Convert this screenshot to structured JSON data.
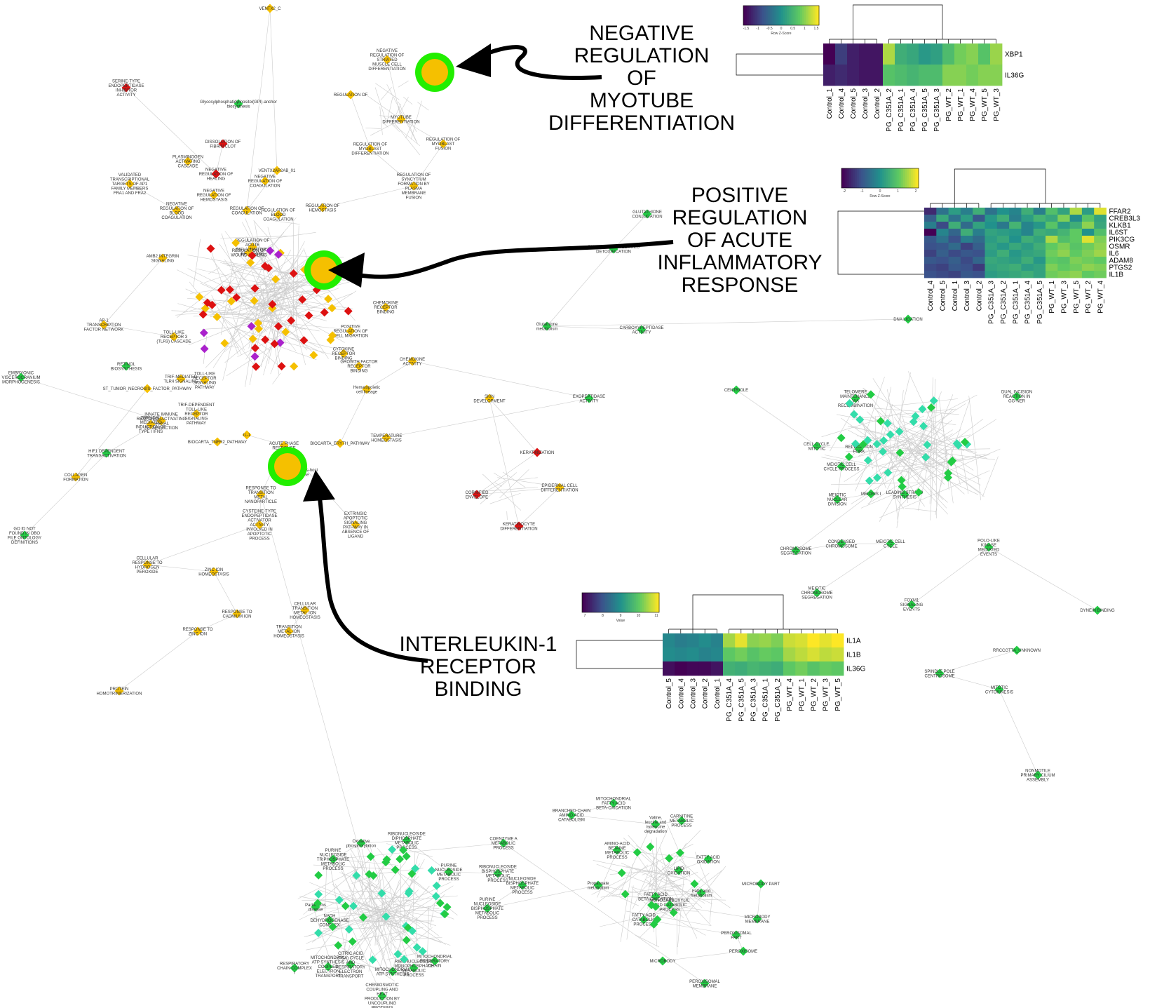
{
  "colors": {
    "orange_node": "#f5c000",
    "red_node": "#dd1111",
    "green_node": "#22cc44",
    "teal_node": "#33ddaa",
    "purple_node": "#aa22cc",
    "highlight_ring": "#22ee00",
    "edge": "#cccccc",
    "arrow": "#000000"
  },
  "callouts": [
    {
      "id": "myotube",
      "lines": [
        "NEGATIVE",
        "REGULATION",
        "OF",
        "MYOTUBE",
        "DIFFERENTIATION"
      ]
    },
    {
      "id": "acute",
      "lines": [
        "POSITIVE",
        "REGULATION",
        "OF ACUTE",
        "INFLAMMATORY",
        "RESPONSE"
      ]
    },
    {
      "id": "il1",
      "lines": [
        "INTERLEUKIN-1",
        "RECEPTOR",
        "BINDING"
      ]
    }
  ],
  "heatmaps": [
    {
      "id": "hm1",
      "key_title": "Row Z-Score",
      "key_ticks": [
        "-1.5",
        "-1",
        "-0.5",
        "0",
        "0.5",
        "1",
        "1.5"
      ],
      "rows": [
        "XBP1",
        "IL36G"
      ],
      "columns": [
        "Control_1",
        "Control_4",
        "Control_5",
        "Control_3",
        "Control_2",
        "PG_C351A_2",
        "PG_C351A_1",
        "PG_C351A_4",
        "PG_C351A_5",
        "PG_C351A_3",
        "PG_WT_2",
        "PG_WT_1",
        "PG_WT_4",
        "PG_WT_5",
        "PG_WT_3"
      ],
      "values": [
        [
          -1.6,
          -1.0,
          -1.3,
          -1.4,
          -1.4,
          1.2,
          0.4,
          0.3,
          0.1,
          0.2,
          0.6,
          0.9,
          1.0,
          0.7,
          1.1
        ],
        [
          -1.3,
          -1.2,
          -1.3,
          -1.4,
          -1.4,
          0.7,
          0.6,
          0.5,
          0.6,
          0.6,
          1.0,
          1.0,
          0.9,
          1.0,
          1.0
        ]
      ]
    },
    {
      "id": "hm2",
      "key_title": "Row Z-Score",
      "key_ticks": [
        "-2",
        "-1",
        "0",
        "1",
        "2"
      ],
      "rows": [
        "FFAR2",
        "CREB3L3",
        "KLKB1",
        "IL6ST",
        "PIK3CG",
        "OSMR",
        "IL6",
        "ADAM8",
        "PTGS2",
        "IL1B"
      ],
      "columns": [
        "Control_4",
        "Control_5",
        "Control_1",
        "Control_3",
        "Control_2",
        "PG_C351A_3",
        "PG_C351A_2",
        "PG_C351A_1",
        "PG_C351A_4",
        "PG_C351A_5",
        "PG_WT_1",
        "PG_WT_3",
        "PG_WT_5",
        "PG_WT_2",
        "PG_WT_4"
      ],
      "values": [
        [
          -1.5,
          -0.5,
          0.2,
          -0.3,
          0.5,
          -0.5,
          0.0,
          -0.2,
          0.5,
          -0.3,
          0.8,
          0.3,
          1.5,
          0.2,
          1.8
        ],
        [
          -0.8,
          0.4,
          -0.5,
          0.2,
          -0.9,
          0.1,
          0.5,
          -0.3,
          0.2,
          0.6,
          0.4,
          1.2,
          -0.1,
          0.9,
          0.3
        ],
        [
          -0.3,
          -1.1,
          0.5,
          -0.6,
          0.3,
          0.0,
          -0.4,
          0.6,
          -0.2,
          0.1,
          0.9,
          0.2,
          0.5,
          1.3,
          0.4
        ],
        [
          -2.0,
          -0.2,
          -0.7,
          0.5,
          -0.3,
          0.3,
          0.2,
          0.1,
          -0.2,
          0.5,
          0.4,
          0.6,
          1.0,
          0.0,
          0.8
        ],
        [
          -0.9,
          -0.5,
          -1.0,
          -0.3,
          -0.6,
          0.2,
          0.4,
          0.0,
          0.5,
          0.3,
          1.5,
          0.8,
          1.0,
          1.8,
          1.2
        ],
        [
          -1.0,
          -0.9,
          -0.6,
          -1.2,
          -0.8,
          0.3,
          0.1,
          0.4,
          0.2,
          0.5,
          1.0,
          1.2,
          0.9,
          1.1,
          1.3
        ],
        [
          -1.2,
          -0.8,
          -1.1,
          -0.9,
          -1.0,
          0.2,
          0.5,
          0.1,
          0.3,
          0.4,
          1.1,
          1.3,
          1.0,
          1.2,
          1.4
        ],
        [
          -0.9,
          -1.0,
          -0.8,
          -1.1,
          -0.7,
          0.4,
          0.3,
          0.2,
          0.5,
          0.1,
          1.0,
          0.9,
          1.2,
          1.1,
          1.0
        ],
        [
          -1.1,
          -1.2,
          -0.9,
          -1.0,
          -1.3,
          0.3,
          0.4,
          0.5,
          0.2,
          0.3,
          1.2,
          1.0,
          1.1,
          1.3,
          1.2
        ],
        [
          -1.0,
          -1.1,
          -1.2,
          -0.9,
          -1.0,
          0.2,
          0.3,
          0.4,
          0.5,
          0.3,
          1.1,
          1.2,
          1.3,
          1.0,
          1.1
        ]
      ]
    },
    {
      "id": "hm3",
      "key_title": "Value",
      "key_ticks": [
        "7",
        "8",
        "9",
        "10",
        "11"
      ],
      "rows": [
        "IL1A",
        "IL1B",
        "IL36G"
      ],
      "columns": [
        "Control_5",
        "Control_4",
        "Control_3",
        "Control_2",
        "Control_1",
        "PG_C351A_4",
        "PG_C351A_5",
        "PG_C351A_3",
        "PG_C351A_1",
        "PG_C351A_2",
        "PG_WT_4",
        "PG_WT_1",
        "PG_WT_2",
        "PG_WT_3",
        "PG_WT_5"
      ],
      "values": [
        [
          8.8,
          8.6,
          8.7,
          8.9,
          8.7,
          10.8,
          11.3,
          10.6,
          10.7,
          10.5,
          11.1,
          11.2,
          11.5,
          11.3,
          11.5
        ],
        [
          8.9,
          8.8,
          8.9,
          8.7,
          8.8,
          10.2,
          10.4,
          10.1,
          10.3,
          10.2,
          10.8,
          11.0,
          11.2,
          11.0,
          11.1
        ],
        [
          6.7,
          6.5,
          6.6,
          6.6,
          6.8,
          9.7,
          9.6,
          9.8,
          9.7,
          9.6,
          10.2,
          10.4,
          10.1,
          10.3,
          10.2
        ]
      ]
    }
  ],
  "nodes": [
    {
      "label": "VENTX2_C",
      "c": "o"
    },
    {
      "label": "SERINE-TYPE ENDOPEPTIDASE INHIBITOR ACTIVITY",
      "c": "r"
    },
    {
      "label": "Glycosylphosphatidylinositol(GPI)-anchor biosynthesis",
      "c": "g"
    },
    {
      "label": "DISSOLUTION OF FIBRIN CLOT",
      "c": "r"
    },
    {
      "label": "PLASMINOGEN ACTIVATING CASCADE",
      "c": "o"
    },
    {
      "label": "NEGATIVE REGULATION OF HEALING",
      "c": "r"
    },
    {
      "label": "VENTX2AP2AB_01",
      "c": "o"
    },
    {
      "label": "VALIDATED TRANSCRIPTIONAL TARGETS OF AP1 FAMILY MEMBERS FRA1 AND FRA2",
      "c": "o"
    },
    {
      "label": "NEGATIVE REGULATION OF COAGULATION",
      "c": "o"
    },
    {
      "label": "NEGATIVE REGULATION OF HEMOSTASIS",
      "c": "o"
    },
    {
      "label": "NEGATIVE REGULATION OF BLOOD COAGULATION",
      "c": "o"
    },
    {
      "label": "REGULATION OF COAGULATION",
      "c": "o"
    },
    {
      "label": "REGULATION OF BLOOD COAGULATION",
      "c": "o"
    },
    {
      "label": "REGULATION OF HEMOSTASIS",
      "c": "o"
    },
    {
      "label": "AMB2 INTEGRIN SIGNALING",
      "c": "o"
    },
    {
      "label": "REGULATION OF ACUTE INFLAMMATORY RESPONSE",
      "c": "o"
    },
    {
      "label": "REGULATION OF WOUND HEALING",
      "c": "o"
    },
    {
      "label": "AP-1 TRANSCRIPTION FACTOR NETWORK",
      "c": "o"
    },
    {
      "label": "RETINOL BIOSYNTHESIS",
      "c": "g"
    },
    {
      "label": "EMBRYONIC VISCEROCRANIUM MORPHOGENESIS",
      "c": "g"
    },
    {
      "label": "TOLL-LIKE RECEPTOR 3 (TLR3) CASCADE",
      "c": "o"
    },
    {
      "label": "ST_TUMOR_NECROSIS_FACTOR_PATHWAY",
      "c": "o"
    },
    {
      "label": "INNATE IMMUNE RESPONSE-ACTIVATING SIGNAL TRANSDUCTION",
      "c": "o"
    },
    {
      "label": "ZBP1(DAI) MEDIATED INDUCTION OF TYPE I IFNS",
      "c": "o"
    },
    {
      "label": "TRIF-MEDIATED TLR4 SIGNALING",
      "c": "o"
    },
    {
      "label": "TOLL-LIKE RECEPTOR SIGNALING PATHWAY",
      "c": "o"
    },
    {
      "label": "TRIF-DEPENDENT TOLL-LIKE RECEPTOR SIGNALING PATHWAY",
      "c": "o"
    },
    {
      "label": "HIF1 DEPENDENT TRANSACTIVATION",
      "c": "g"
    },
    {
      "label": "COLLAGEN FORMATION",
      "c": "o"
    },
    {
      "label": "GO ID NOT FOUND IN OBO FILE ONTOLOGY DEFINITIONS",
      "c": "g"
    },
    {
      "label": "BIOCARTA_TNFR2_PATHWAY",
      "c": "o"
    },
    {
      "label": "IL-1",
      "c": "o"
    },
    {
      "label": "ACUTE PHASE RESPONSE",
      "c": "o"
    },
    {
      "label": "Graft-versus-host disease",
      "c": "o"
    },
    {
      "label": "RESPONSE TO TRANSITION METAL NANOPARTICLE",
      "c": "o"
    },
    {
      "label": "CYSTEINE-TYPE ENDOPEPTIDASE ACTIVATOR ACTIVITY INVOLVED IN APOPTOTIC PROCESS",
      "c": "o"
    },
    {
      "label": "CELLULAR RESPONSE TO HYDROGEN PEROXIDE",
      "c": "o"
    },
    {
      "label": "ZINC ION HOMEOSTASIS",
      "c": "o"
    },
    {
      "label": "RESPONSE TO CADMIUM ION",
      "c": "o"
    },
    {
      "label": "CELLULAR TRANSITION METAL ION HOMEOSTASIS",
      "c": "o"
    },
    {
      "label": "RESPONSE TO ZINC ION",
      "c": "o"
    },
    {
      "label": "TRANSITION METAL ION HOMEOSTASIS",
      "c": "o"
    },
    {
      "label": "PROTEIN HOMOTRIMERIZATION",
      "c": "o"
    },
    {
      "label": "BIOCARTA_ERYTH_PATHWAY",
      "c": "o"
    },
    {
      "label": "TEMPERATURE HOMEOSTASIS",
      "c": "o"
    },
    {
      "label": "EXTRINSIC APOPTOTIC SIGNALING PATHWAY IN ABSENCE OF LIGAND",
      "c": "o"
    },
    {
      "label": "Hematopoietic cell lineage",
      "c": "o"
    },
    {
      "label": "CHEMOKINE ACTIVITY",
      "c": "o"
    },
    {
      "label": "GROWTH FACTOR RECEPTOR BINDING",
      "c": "o"
    },
    {
      "label": "CYTOKINE RECEPTOR BINDING",
      "c": "o"
    },
    {
      "label": "CHEMOKINE RECEPTOR BINDING",
      "c": "o"
    },
    {
      "label": "POSITIVE REGULATION OF CELL MIGRATION",
      "c": "o"
    },
    {
      "label": "NEGATIVE REGULATION OF STRIATED MUSCLE CELL DIFFERENTIATION",
      "c": "o"
    },
    {
      "label": "REGULATION OF",
      "c": "o"
    },
    {
      "label": "MYOTUBE DIFFERENTIATION",
      "c": "o"
    },
    {
      "label": "REGULATION OF MYOBLAST DIFFERENTIATION",
      "c": "o"
    },
    {
      "label": "REGULATION OF MYOBLAST FUSION",
      "c": "o"
    },
    {
      "label": "REGULATION OF SYNCYTIUM FORMATION BY PLASMA MEMBRANE FUSION",
      "c": "o"
    },
    {
      "label": "GLUTATHIONE CONJUGATION",
      "c": "g"
    },
    {
      "label": "GLUTATHIONE-MEDIATED DETOXIFICATION",
      "c": "g"
    },
    {
      "label": "Glutathione metabolism",
      "c": "g"
    },
    {
      "label": "CARBOXYPEPTIDASE ACTIVITY",
      "c": "g"
    },
    {
      "label": "EXOPEPTIDASE ACTIVITY",
      "c": "g"
    },
    {
      "label": "SKIN DEVELOPMENT",
      "c": "o"
    },
    {
      "label": "KERATINIZATION",
      "c": "r"
    },
    {
      "label": "CORNIFIED ENVELOPE",
      "c": "r"
    },
    {
      "label": "EPIDERMAL CELL DIFFERENTIATION",
      "c": "o"
    },
    {
      "label": "KERATINOCYTE DIFFERENTIATION",
      "c": "r"
    },
    {
      "label": "DNA LIGATION",
      "c": "g"
    },
    {
      "label": "CENTRIOLE",
      "c": "g"
    },
    {
      "label": "CELL CYCLE, MITOTIC",
      "c": "g"
    },
    {
      "label": "REPLICATION FORK",
      "c": "g"
    },
    {
      "label": "MEIOTIC CELL CYCLE PROCESS",
      "c": "g"
    },
    {
      "label": "MEIOTIC NUCLEAR DIVISION",
      "c": "g"
    },
    {
      "label": "MEIOSIS I",
      "c": "g"
    },
    {
      "label": "CHROMOSOME SEGREGATION",
      "c": "g"
    },
    {
      "label": "CONDENSED CHROMOSOME",
      "c": "g"
    },
    {
      "label": "MEIOTIC CELL CYCLE",
      "c": "g"
    },
    {
      "label": "MEIOTIC CHROMOSOME SEGREGATION",
      "c": "g"
    },
    {
      "label": "FOXM1 SIGNALING EVENTS",
      "c": "g"
    },
    {
      "label": "POLO-LIKE KINASE MEDIATED EVENTS",
      "c": "g"
    },
    {
      "label": "DYNEIN BINDING",
      "c": "g"
    },
    {
      "label": "RRCCGTTA_UNKNOWN",
      "c": "g"
    },
    {
      "label": "SPINDLE POLE CENTROSOME",
      "c": "g"
    },
    {
      "label": "MITOTIC CYTOKINESIS",
      "c": "g"
    },
    {
      "label": "NONMOTILE PRIMARY CILIUM ASSEMBLY",
      "c": "g"
    },
    {
      "label": "TELOMERE MAINTENANCE VIA RECOMBINATION",
      "c": "g"
    },
    {
      "label": "DUAL INCISION REACTION IN GG-NER",
      "c": "g"
    },
    {
      "label": "LEADING STRAND SYNTHESIS",
      "c": "g"
    },
    {
      "label": "MITOCHONDRIAL FATTY ACID BETA-OXIDATION",
      "c": "g"
    },
    {
      "label": "BRANCHED-CHAIN AMINO ACID CATABOLISM",
      "c": "g"
    },
    {
      "label": "Valine, leucine and isoleucine degradation",
      "c": "g"
    },
    {
      "label": "CARNITINE METABOLIC PROCESS",
      "c": "g"
    },
    {
      "label": "AMINO-ACID BETAINE METABOLIC PROCESS",
      "c": "g"
    },
    {
      "label": "FATTY ACID OXIDATION",
      "c": "g"
    },
    {
      "label": "LIPID OXIDATION",
      "c": "g"
    },
    {
      "label": "Propanoate metabolism",
      "c": "g"
    },
    {
      "label": "FATTY ACID BETA-OXIDATION",
      "c": "g"
    },
    {
      "label": "Fatty acid metabolism",
      "c": "g"
    },
    {
      "label": "MICROBODY PART",
      "c": "g"
    },
    {
      "label": "MICROBODY MEMBRANE",
      "c": "g"
    },
    {
      "label": "MONOCARBOXYLIC ACID CATABOLIC PROCESS",
      "c": "g"
    },
    {
      "label": "FATTY ACID CATABOLIC PROCESS",
      "c": "g"
    },
    {
      "label": "PEROXISOMAL PART",
      "c": "g"
    },
    {
      "label": "PEROXISOME",
      "c": "g"
    },
    {
      "label": "MICROBODY",
      "c": "g"
    },
    {
      "label": "PEROXISOMAL MEMBRANE",
      "c": "g"
    },
    {
      "label": "COENZYME A METABOLIC PROCESS",
      "c": "g"
    },
    {
      "label": "PURINE NUCLEOSIDE TRIPHOSPHATE METABOLIC PROCESS",
      "c": "g"
    },
    {
      "label": "Oxidative phosphorylation",
      "c": "g"
    },
    {
      "label": "RIBONUCLEOSIDE DIPHOSPHATE METABOLIC PROCESS",
      "c": "g"
    },
    {
      "label": "PURINE NUCLEOSIDE METABOLIC PROCESS",
      "c": "g"
    },
    {
      "label": "RIBONUCLEOSIDE BISPHOSPHATE METABOLIC PROCESS",
      "c": "g"
    },
    {
      "label": "NUCLEOSIDE BISPHOSPHATE METABOLIC PROCESS",
      "c": "g"
    },
    {
      "label": "PURINE NUCLEOSIDE BISPHOSPHATE METABOLIC PROCESS",
      "c": "g"
    },
    {
      "label": "Parkinsons disease",
      "c": "g"
    },
    {
      "label": "NADH DEHYDROGENASE COMPLEX",
      "c": "g"
    },
    {
      "label": "MITOCHONDRIAL ATP SYNTHESIS COUPLED ELECTRON TRANSPORT",
      "c": "g"
    },
    {
      "label": "RESPIRATORY CHAIN COMPLEX I",
      "c": "g"
    },
    {
      "label": "CITRIC ACID (TCA) CYCLE AND RESPIRATORY ELECTRON TRANSPORT",
      "c": "g"
    },
    {
      "label": "MITOCHONDRIAL ATP SYNTHESIS",
      "c": "g"
    },
    {
      "label": "CHEMIOSMOTIC COUPLING AND HEAT PRODUCTION BY UNCOUPLING PROTEINS",
      "c": "g"
    },
    {
      "label": "RIBONUCLEOSIDE MONOPHOSPHATE METABOLIC PROCESS",
      "c": "g"
    },
    {
      "label": "MITOCHONDRIAL RESPIRATORY CHAIN",
      "c": "g"
    }
  ]
}
